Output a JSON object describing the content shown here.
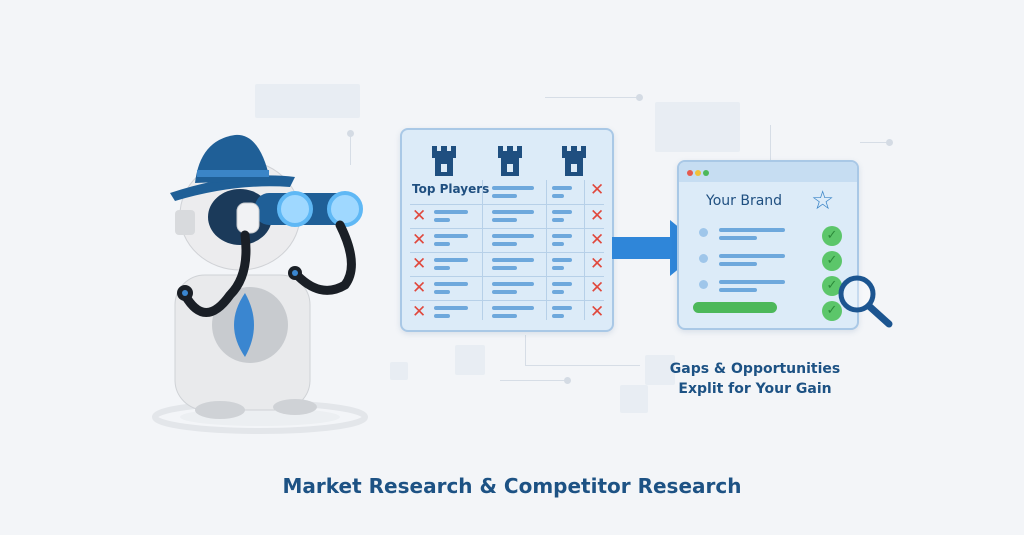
{
  "competitor_table": {
    "header_label": "Top Players",
    "columns": 3,
    "rows": 5,
    "icons": [
      "castle-icon",
      "castle-icon",
      "castle-icon"
    ]
  },
  "brand_card": {
    "title": "Your Brand",
    "items": 3,
    "checks": 4
  },
  "caption": {
    "line1": "Gaps & Opportunities",
    "line2": "Explit for Your Gain"
  },
  "footer": {
    "title": "Market Research & Competitor Research"
  },
  "colors": {
    "accent": "#1d5284",
    "arrow": "#2f86d9",
    "reject": "#e0483d",
    "approve": "#5cc66a"
  }
}
